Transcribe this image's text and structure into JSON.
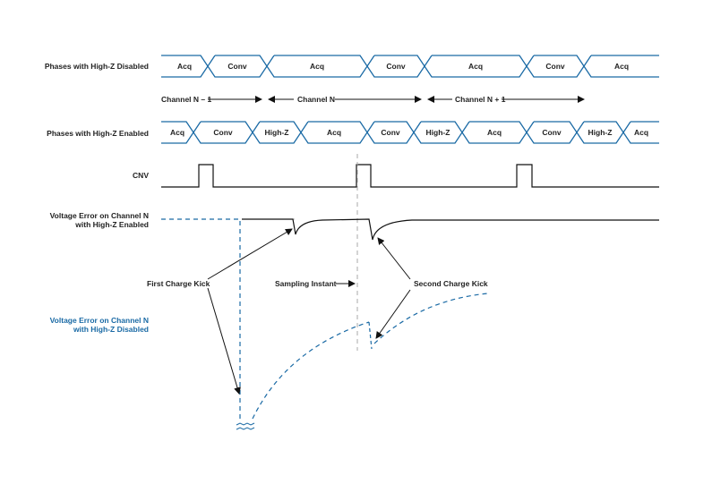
{
  "labels": {
    "high_z_disabled": "Phases with High-Z Disabled",
    "high_z_enabled": "Phases with High-Z Enabled",
    "cnv": "CNV",
    "verr_enabled_line1": "Voltage Error on Channel N",
    "verr_enabled_line2": "with High-Z Enabled",
    "verr_disabled_line1": "Voltage Error on Channel N",
    "verr_disabled_line2": "with High-Z Disabled",
    "first_kick": "First Charge Kick",
    "sampling_instant": "Sampling Instant",
    "second_kick": "Second Charge Kick"
  },
  "channels": {
    "prev": "Channel N – 1",
    "curr": "Channel N",
    "next": "Channel N + 1"
  },
  "phases_disabled": [
    "Acq",
    "Conv",
    "Acq",
    "Conv",
    "Acq",
    "Conv",
    "Acq"
  ],
  "phases_enabled": [
    "Acq",
    "Conv",
    "High-Z",
    "Acq",
    "Conv",
    "High-Z",
    "Acq",
    "Conv",
    "High-Z",
    "Acq"
  ],
  "colors": {
    "phase_outline": "#1a6aa5",
    "signal": "#111111",
    "blue_dashed": "#1a6aa5",
    "ref_dashed": "#b0b0b0"
  }
}
